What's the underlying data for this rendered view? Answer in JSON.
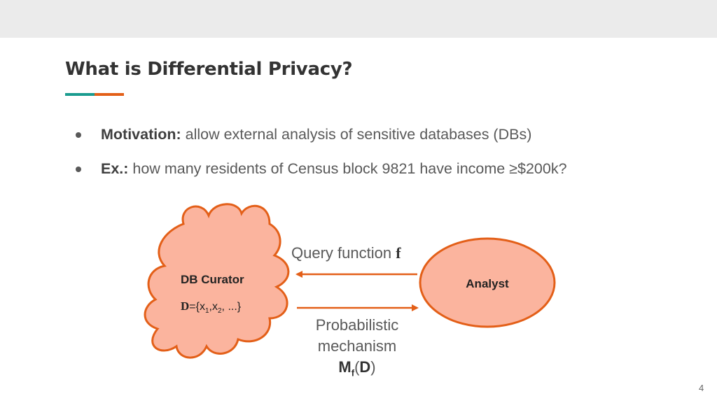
{
  "slide": {
    "title": "What is Differential Privacy?",
    "accent_colors": [
      "#1a9c8f",
      "#e35f18"
    ],
    "page_number": "4"
  },
  "bullets": [
    {
      "label": "Motivation:",
      "text": " allow external analysis of sensitive databases (DBs)"
    },
    {
      "label": "Ex.:",
      "text": " how many residents of Census block 9821 have income ≥$200k?"
    }
  ],
  "diagram": {
    "shape_fill": "#fbb49e",
    "shape_stroke": "#e35f18",
    "curator": {
      "title": "DB Curator",
      "d_symbol": "D",
      "d_eq": "={x",
      "sub1": "1",
      "comma": ",x",
      "sub2": "2",
      "tail": ", ...}"
    },
    "analyst": "Analyst",
    "query": {
      "text": "Query function ",
      "symbol": "f"
    },
    "mechanism": {
      "line1": "Probabilistic",
      "line2": "mechanism",
      "m": "M",
      "m_sub": "f",
      "paren_open": "(",
      "d": "D",
      "paren_close": ")"
    }
  }
}
